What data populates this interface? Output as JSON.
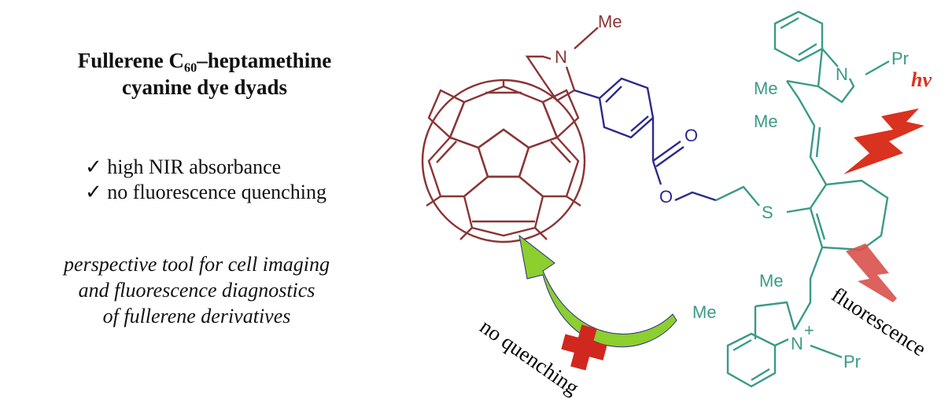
{
  "title": {
    "line1": "Fullerene C₆₀–heptamethine",
    "line2": "cyanine dye dyads"
  },
  "features": [
    "✓ high NIR absorbance",
    "✓ no fluorescence quenching"
  ],
  "summary": [
    "perspective tool for cell imaging",
    "and fluorescence diagnostics",
    "of fullerene derivatives"
  ],
  "diagram": {
    "atoms": {
      "me": "Me",
      "n": "N",
      "n_plus": "N",
      "plus": "+",
      "pr": "Pr",
      "o": "O",
      "s": "S"
    },
    "hv": "hν",
    "fluorescence": "fluorescence",
    "no_quenching": "no quenching",
    "colors": {
      "fullerene": "#8b3434",
      "linker": "#2b2a8c",
      "cyanine": "#3a9a88",
      "bolt": "#d9321f",
      "arrow": "#8ccf2e",
      "cross": "#d0281e"
    }
  }
}
